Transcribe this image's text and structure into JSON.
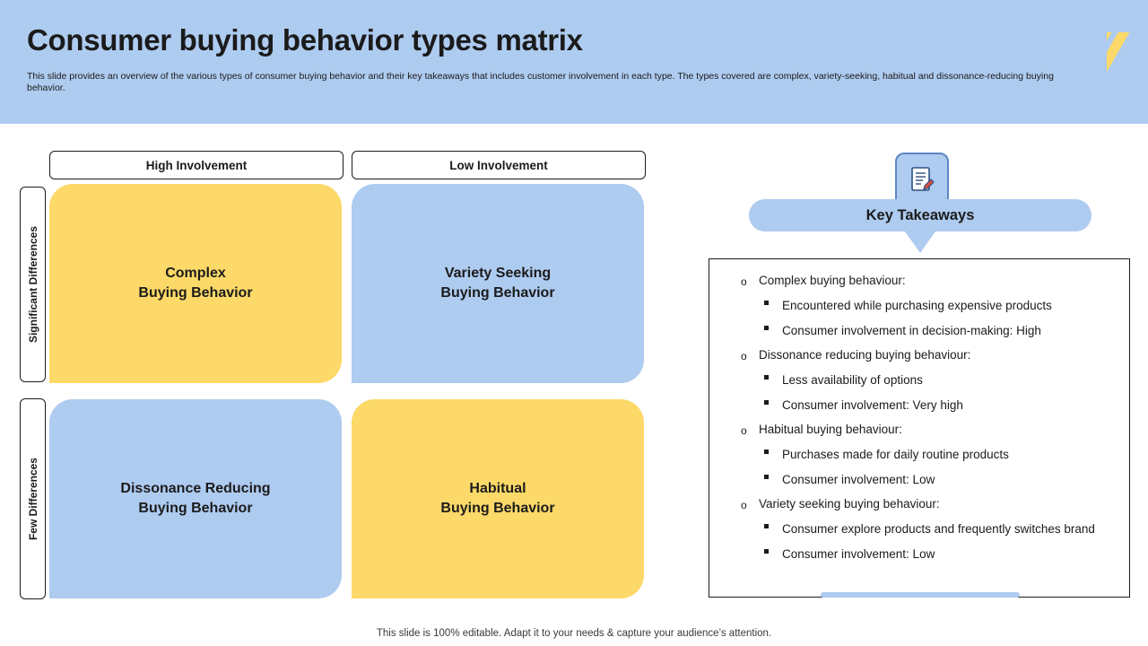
{
  "header": {
    "title": "Consumer buying behavior types matrix",
    "subtitle": "This slide provides an overview of the various types of consumer buying behavior and their key takeaways that includes customer involvement in each type. The types covered are complex, variety-seeking, habitual and dissonance-reducing buying behavior.",
    "accent_color": "#aecbf0",
    "stripe_color": "#fcd968"
  },
  "matrix": {
    "columns": [
      {
        "label": "High Involvement"
      },
      {
        "label": "Low Involvement"
      }
    ],
    "rows": [
      {
        "label": "Significant Differences"
      },
      {
        "label": "Few Differences"
      }
    ],
    "quadrants": [
      {
        "line1": "Complex",
        "line2": "Buying Behavior",
        "color": "#fcd968"
      },
      {
        "line1": "Variety Seeking",
        "line2": "Buying Behavior",
        "color": "#aecbf0"
      },
      {
        "line1": "Dissonance Reducing",
        "line2": "Buying Behavior",
        "color": "#aecbf0"
      },
      {
        "line1": "Habitual",
        "line2": "Buying Behavior",
        "color": "#fcd968"
      }
    ]
  },
  "takeaways": {
    "banner_label": "Key Takeaways",
    "icon": "document-edit-icon",
    "items": [
      {
        "marker": "o",
        "text": "Complex buying behaviour:",
        "children": [
          "Encountered while purchasing expensive products",
          "Consumer involvement  in decision-making: High"
        ]
      },
      {
        "marker": "o",
        "text": "Dissonance reducing buying behaviour:",
        "children": [
          "Less availability of options",
          "Consumer involvement:  Very high"
        ]
      },
      {
        "marker": "o",
        "text": "Habitual buying behaviour:",
        "children": [
          "Purchases made for daily routine products",
          "Consumer involvement:  Low"
        ]
      },
      {
        "marker": "o",
        "text": "Variety seeking buying behaviour:",
        "children": [
          "Consumer explore products and frequently switches brand",
          "Consumer involvement:  Low"
        ]
      }
    ]
  },
  "footer": {
    "text": "This slide is 100% editable. Adapt it to your needs & capture your audience’s attention."
  }
}
